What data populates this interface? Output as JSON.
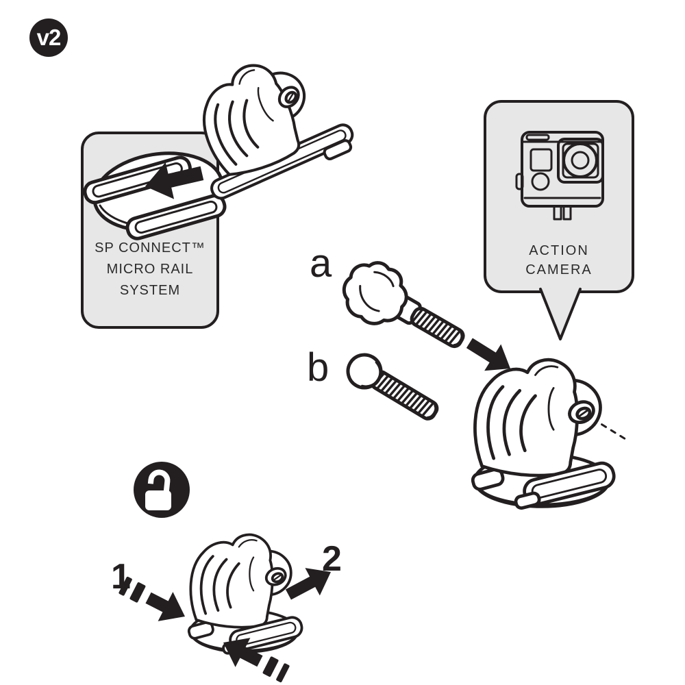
{
  "version_badge": {
    "label": "v2"
  },
  "micro_rail_panel": {
    "lines": [
      "SP CONNECT™",
      "MICRO RAIL",
      "SYSTEM"
    ]
  },
  "action_camera_callout": {
    "lines": [
      "ACTION",
      "CAMERA"
    ]
  },
  "parts": {
    "thumb_screw_label": "a",
    "bolt_label": "b"
  },
  "steps": {
    "step_1": "1",
    "step_2": "2"
  },
  "icons": {
    "version_badge": "v2-badge",
    "unlock": "open-padlock-icon",
    "action_camera": "action-camera-icon",
    "slide_arrow": "slide-in-arrow",
    "insert_arrow": "screw-insert-arrow",
    "step_1_arrow": "push-in-arrow",
    "step_2_arrow": "pull-out-arrow",
    "release_arrow": "push-latch-arrow"
  },
  "colors": {
    "line": "#231f20",
    "panel_fill": "#e7e7e7",
    "background": "#ffffff"
  }
}
